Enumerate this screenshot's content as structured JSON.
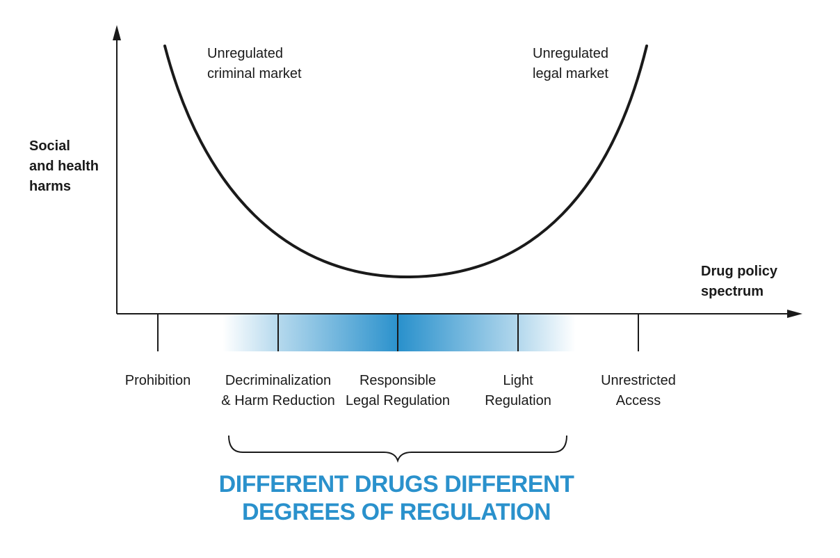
{
  "y_axis_label": [
    "Social",
    "and health",
    "harms"
  ],
  "x_axis_label": [
    "Drug policy",
    "spectrum"
  ],
  "curve_labels": {
    "left": [
      "Unregulated",
      "criminal market"
    ],
    "right": [
      "Unregulated",
      "legal market"
    ]
  },
  "spectrum_points": [
    {
      "id": "prohibition",
      "lines": [
        "Prohibition"
      ]
    },
    {
      "id": "decriminalization",
      "lines": [
        "Decriminalization",
        "& Harm Reduction"
      ]
    },
    {
      "id": "responsible",
      "lines": [
        "Responsible",
        "Legal Regulation"
      ]
    },
    {
      "id": "light",
      "lines": [
        "Light",
        "Regulation"
      ]
    },
    {
      "id": "unrestricted",
      "lines": [
        "Unrestricted",
        "Access"
      ]
    }
  ],
  "headline": [
    "DIFFERENT DRUGS DIFFERENT",
    "DEGREES OF REGULATION"
  ],
  "colors": {
    "accent": "#2a91cc",
    "ink": "#1a1a1a",
    "gradient_peak": "#2a91cc"
  }
}
